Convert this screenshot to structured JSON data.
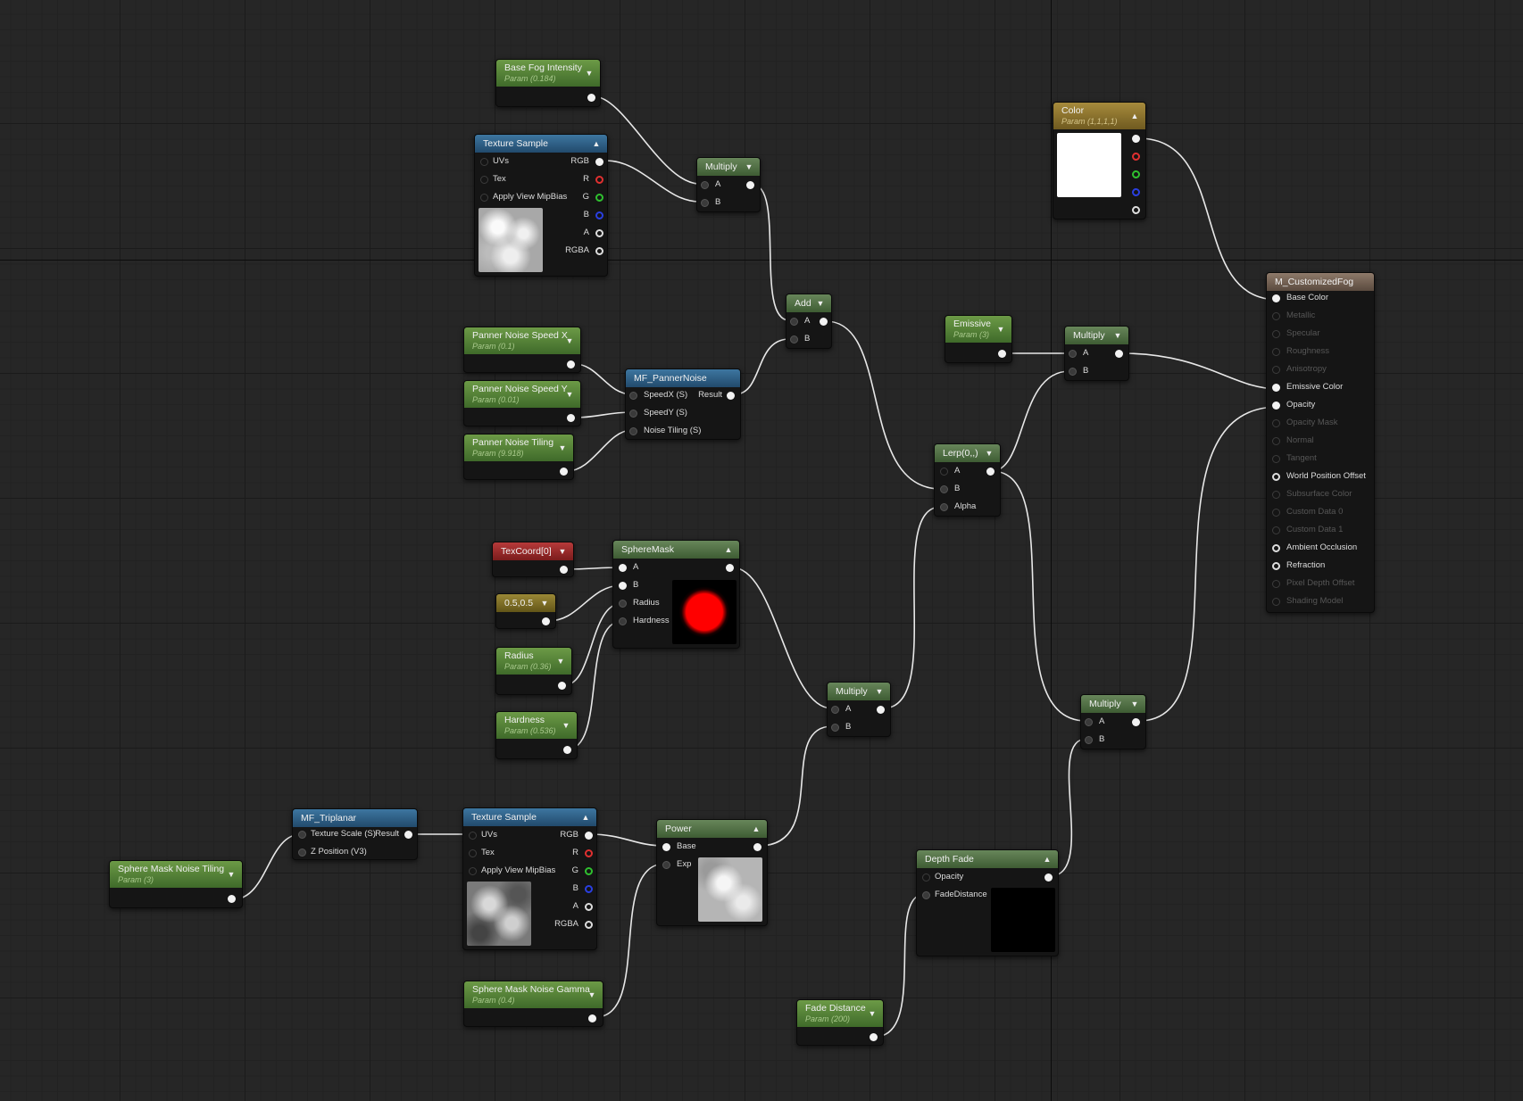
{
  "graph": {
    "base_fog_intensity": {
      "title": "Base Fog Intensity",
      "sub": "Param (0.184)"
    },
    "texture_sample_top": {
      "title": "Texture Sample",
      "inputs": [
        "UVs",
        "Tex",
        "Apply View MipBias"
      ],
      "outputs": [
        "RGB",
        "R",
        "G",
        "B",
        "A",
        "RGBA"
      ]
    },
    "multiply_top": {
      "title": "Multiply",
      "inputs": [
        "A",
        "B"
      ]
    },
    "add": {
      "title": "Add",
      "inputs": [
        "A",
        "B"
      ]
    },
    "color": {
      "title": "Color",
      "sub": "Param (1,1,1,1)"
    },
    "panner_speed_x": {
      "title": "Panner Noise Speed X",
      "sub": "Param (0.1)"
    },
    "panner_speed_y": {
      "title": "Panner Noise Speed Y",
      "sub": "Param (0.01)"
    },
    "panner_tiling": {
      "title": "Panner Noise Tiling",
      "sub": "Param (9.918)"
    },
    "mf_panner": {
      "title": "MF_PannerNoise",
      "inputs": [
        "SpeedX (S)",
        "SpeedY (S)",
        "Noise Tiling (S)"
      ],
      "output": "Result"
    },
    "emissive": {
      "title": "Emissive",
      "sub": "Param (3)"
    },
    "multiply_emissive": {
      "title": "Multiply",
      "inputs": [
        "A",
        "B"
      ]
    },
    "lerp": {
      "title": "Lerp(0,,)",
      "inputs": [
        "A",
        "B",
        "Alpha"
      ]
    },
    "texcoord": {
      "title": "TexCoord[0]"
    },
    "const_vec": {
      "title": "0.5,0.5"
    },
    "radius": {
      "title": "Radius",
      "sub": "Param (0.36)"
    },
    "hardness": {
      "title": "Hardness",
      "sub": "Param (0.536)"
    },
    "spheremask": {
      "title": "SphereMask",
      "inputs": [
        "A",
        "B",
        "Radius",
        "Hardness"
      ]
    },
    "multiply_mid": {
      "title": "Multiply",
      "inputs": [
        "A",
        "B"
      ]
    },
    "multiply_opacity": {
      "title": "Multiply",
      "inputs": [
        "A",
        "B"
      ]
    },
    "mf_triplanar": {
      "title": "MF_Triplanar",
      "inputs": [
        "Texture Scale (S)",
        "Z Position (V3)"
      ],
      "output": "Result"
    },
    "sphere_tiling": {
      "title": "Sphere Mask Noise Tiling",
      "sub": "Param (3)"
    },
    "texture_sample_bottom": {
      "title": "Texture Sample",
      "inputs": [
        "UVs",
        "Tex",
        "Apply View MipBias"
      ],
      "outputs": [
        "RGB",
        "R",
        "G",
        "B",
        "A",
        "RGBA"
      ]
    },
    "power": {
      "title": "Power",
      "inputs": [
        "Base",
        "Exp"
      ]
    },
    "gamma": {
      "title": "Sphere Mask Noise Gamma",
      "sub": "Param (0.4)"
    },
    "depth_fade": {
      "title": "Depth Fade",
      "inputs": [
        "Opacity",
        "FadeDistance"
      ]
    },
    "fade_distance": {
      "title": "Fade Distance",
      "sub": "Param (200)"
    },
    "material": {
      "title": "M_CustomizedFog",
      "pins": [
        {
          "label": "Base Color",
          "active": true
        },
        {
          "label": "Metallic",
          "active": false
        },
        {
          "label": "Specular",
          "active": false
        },
        {
          "label": "Roughness",
          "active": false
        },
        {
          "label": "Anisotropy",
          "active": false
        },
        {
          "label": "Emissive Color",
          "active": true
        },
        {
          "label": "Opacity",
          "active": true
        },
        {
          "label": "Opacity Mask",
          "active": false
        },
        {
          "label": "Normal",
          "active": false
        },
        {
          "label": "Tangent",
          "active": false
        },
        {
          "label": "World Position Offset",
          "active": true
        },
        {
          "label": "Subsurface Color",
          "active": false
        },
        {
          "label": "Custom Data 0",
          "active": false
        },
        {
          "label": "Custom Data 1",
          "active": false
        },
        {
          "label": "Ambient Occlusion",
          "active": true
        },
        {
          "label": "Refraction",
          "active": true
        },
        {
          "label": "Pixel Depth Offset",
          "active": false
        },
        {
          "label": "Shading Model",
          "active": false
        }
      ]
    }
  },
  "colors": {
    "param_header": "#5a8a3a",
    "texture_header": "#2f6690",
    "output_header": "#7a6656",
    "sphere_color": "#ff0000",
    "color_swatch": "#ffffff"
  }
}
